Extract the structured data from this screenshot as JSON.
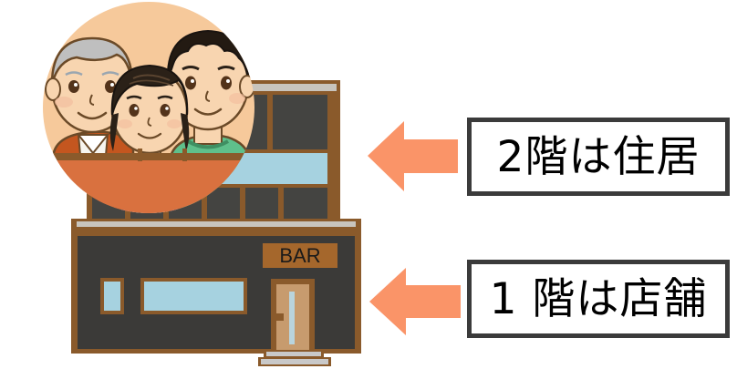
{
  "illustration": {
    "title": "two-story building with shop on first floor and residence on second floor",
    "building": {
      "bar_sign_text": "BAR",
      "colors": {
        "wall_dark": "#3b3a38",
        "frame_brown": "#8a5a2b",
        "window_blue": "#a6d2e0",
        "door_panel": "#c79b6e",
        "step_gray": "#c9c9c9",
        "sign_brown": "#a5672c"
      }
    },
    "family_circle": {
      "description": "three family members behind a counter",
      "members": [
        {
          "name": "grandfather",
          "hair_color": "#b9b9b9",
          "clothing_color": "#c4561f"
        },
        {
          "name": "child",
          "hair_color": "#2b2118",
          "clothing_color": "#ffffff"
        },
        {
          "name": "father",
          "hair_color": "#231a12",
          "clothing_color": "#5fc08b"
        }
      ],
      "colors": {
        "background_peach": "#f6c99b",
        "counter_orange": "#d9713f",
        "skin": "#f8d5b0",
        "outline": "#6b4a28"
      }
    },
    "arrows": {
      "color": "#fa9468",
      "direction": "left",
      "count": 2
    }
  },
  "labels": {
    "upper": {
      "text": "2階は住居",
      "border_color": "#3b3b3b",
      "background": "#ffffff"
    },
    "lower": {
      "text": "1 階は店舗",
      "border_color": "#3b3b3b",
      "background": "#ffffff"
    }
  }
}
